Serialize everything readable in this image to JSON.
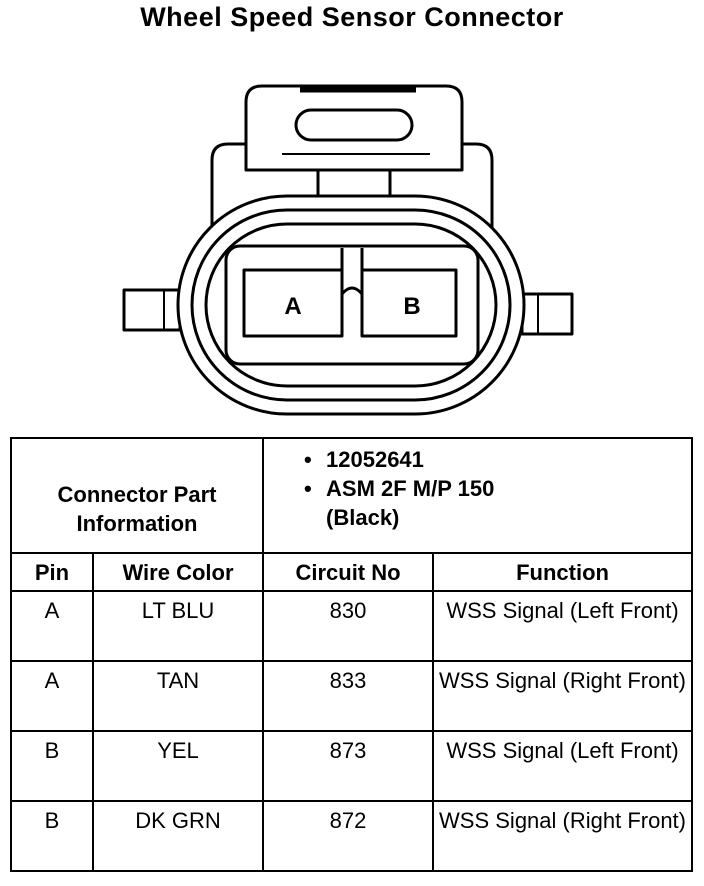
{
  "title": "Wheel Speed Sensor Connector",
  "connector": {
    "pin_a": "A",
    "pin_b": "B"
  },
  "info": {
    "part_label": "Connector Part Information",
    "part_numbers": [
      "12052641",
      "ASM 2F M/P 150",
      "(Black)"
    ]
  },
  "table": {
    "headers": [
      "Pin",
      "Wire Color",
      "Circuit No",
      "Function"
    ],
    "rows": [
      {
        "pin": "A",
        "wire_color": "LT BLU",
        "circuit": "830",
        "function": "WSS Signal (Left Front)"
      },
      {
        "pin": "A",
        "wire_color": "TAN",
        "circuit": "833",
        "function": "WSS Signal (Right Front)"
      },
      {
        "pin": "B",
        "wire_color": "YEL",
        "circuit": "873",
        "function": "WSS Signal (Left Front)"
      },
      {
        "pin": "B",
        "wire_color": "DK GRN",
        "circuit": "872",
        "function": "WSS Signal (Right Front)"
      }
    ]
  }
}
